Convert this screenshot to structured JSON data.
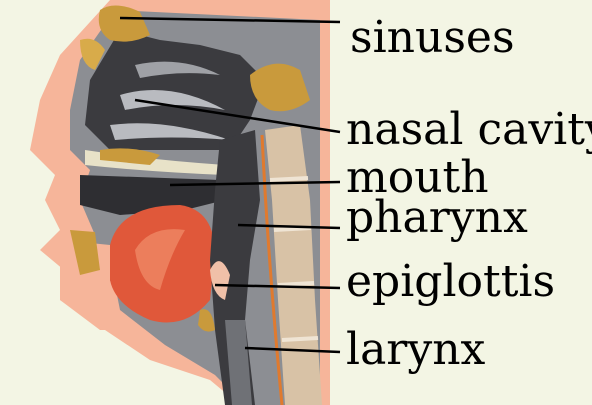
{
  "labels": {
    "sinuses": "sinuses",
    "nasal_cavity": "nasal cavity",
    "mouth": "mouth",
    "pharynx": "pharynx",
    "epiglottis": "epiglottis",
    "larynx": "larynx"
  },
  "colors": {
    "background": "#f3f5e4",
    "tissue_dark": "#3b3b3f",
    "tissue_mid": "#6f7176",
    "tissue_light": "#b9bbc0",
    "skin_pink": "#f6b59a",
    "tongue_red": "#e0583a",
    "bone_gold": "#c99a3c",
    "spine_tan": "#d8c2a6",
    "leader_line": "#000000"
  }
}
